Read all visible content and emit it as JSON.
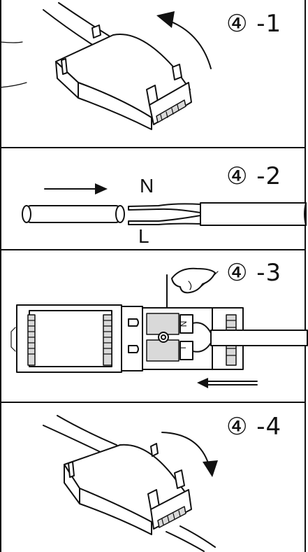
{
  "steps": [
    {
      "label": "④ -1",
      "arrow_direction": "counterclockwise"
    },
    {
      "label": "④ -2",
      "wire_labels": {
        "neutral": "N",
        "live": "L"
      }
    },
    {
      "label": "④ -3",
      "terminal_labels": [
        "N",
        "L"
      ]
    },
    {
      "label": "④ -4",
      "arrow_direction": "clockwise"
    }
  ]
}
